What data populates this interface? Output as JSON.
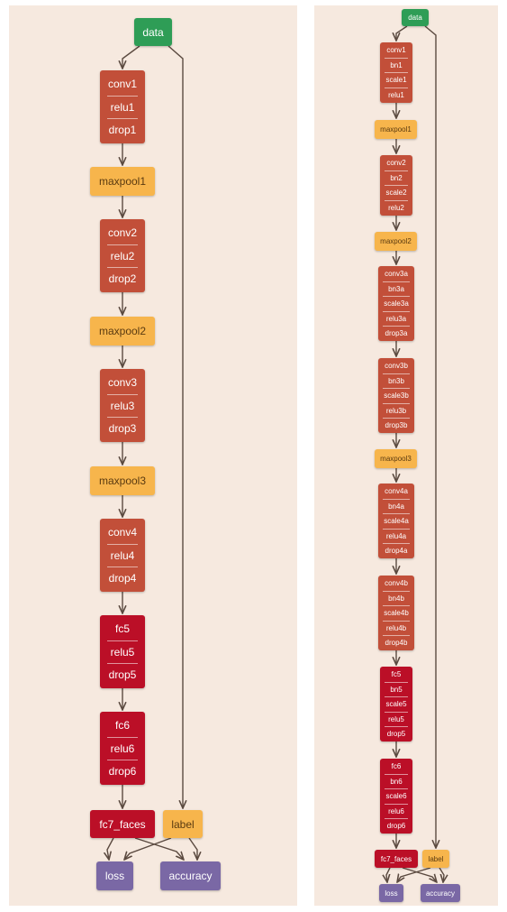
{
  "left_diagram": {
    "data": "data",
    "block1": [
      "conv1",
      "relu1",
      "drop1"
    ],
    "maxpool1": "maxpool1",
    "block2": [
      "conv2",
      "relu2",
      "drop2"
    ],
    "maxpool2": "maxpool2",
    "block3": [
      "conv3",
      "relu3",
      "drop3"
    ],
    "maxpool3": "maxpool3",
    "block4": [
      "conv4",
      "relu4",
      "drop4"
    ],
    "block5": [
      "fc5",
      "relu5",
      "drop5"
    ],
    "block6": [
      "fc6",
      "relu6",
      "drop6"
    ],
    "fc7": "fc7_faces",
    "label": "label",
    "loss": "loss",
    "accuracy": "accuracy"
  },
  "right_diagram": {
    "data": "data",
    "block1": [
      "conv1",
      "bn1",
      "scale1",
      "relu1"
    ],
    "maxpool1": "maxpool1",
    "block2": [
      "conv2",
      "bn2",
      "scale2",
      "relu2"
    ],
    "maxpool2": "maxpool2",
    "block3a": [
      "conv3a",
      "bn3a",
      "scale3a",
      "relu3a",
      "drop3a"
    ],
    "block3b": [
      "conv3b",
      "bn3b",
      "scale3b",
      "relu3b",
      "drop3b"
    ],
    "maxpool3": "maxpool3",
    "block4a": [
      "conv4a",
      "bn4a",
      "scale4a",
      "relu4a",
      "drop4a"
    ],
    "block4b": [
      "conv4b",
      "bn4b",
      "scale4b",
      "relu4b",
      "drop4b"
    ],
    "block5": [
      "fc5",
      "bn5",
      "scale5",
      "relu5",
      "drop5"
    ],
    "block6": [
      "fc6",
      "bn6",
      "scale6",
      "relu6",
      "drop6"
    ],
    "fc7": "fc7_faces",
    "label": "label",
    "loss": "loss",
    "accuracy": "accuracy"
  },
  "colors": {
    "panel_background": "#f6e9df",
    "input_node": "#2e9d56",
    "conv_block": "#c24f39",
    "fc_block": "#bb0f27",
    "pool_node": "#f7b54c",
    "output_node": "#7a68a5",
    "edge": "#5b4a40"
  }
}
